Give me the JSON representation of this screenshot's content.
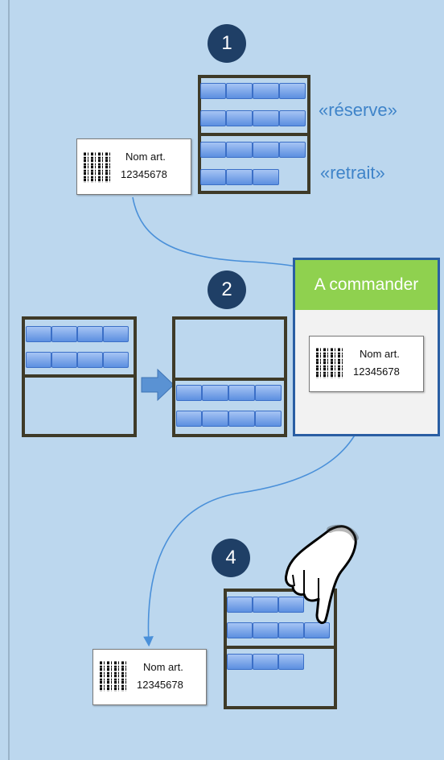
{
  "steps": {
    "s1": "1",
    "s2": "2",
    "s4": "4"
  },
  "labels": {
    "reserve": "«réserve»",
    "retrait": "«retrait»"
  },
  "ticket": {
    "name": "Nom art.",
    "number": "12345678"
  },
  "order_panel": {
    "title": "A commander"
  },
  "colors": {
    "background": "#bcd7ee",
    "badge": "#1f3f66",
    "shelf": "#3e3a28",
    "box": "#5c8fe0",
    "label": "#3f84c9",
    "panel_header": "#8fd14f",
    "panel_border": "#2a5ea3",
    "connector": "#4a90d9"
  },
  "icons": {
    "hand": "pointing-hand-icon",
    "arrow": "right-arrow-icon",
    "barcode": "datamatrix-icon"
  }
}
